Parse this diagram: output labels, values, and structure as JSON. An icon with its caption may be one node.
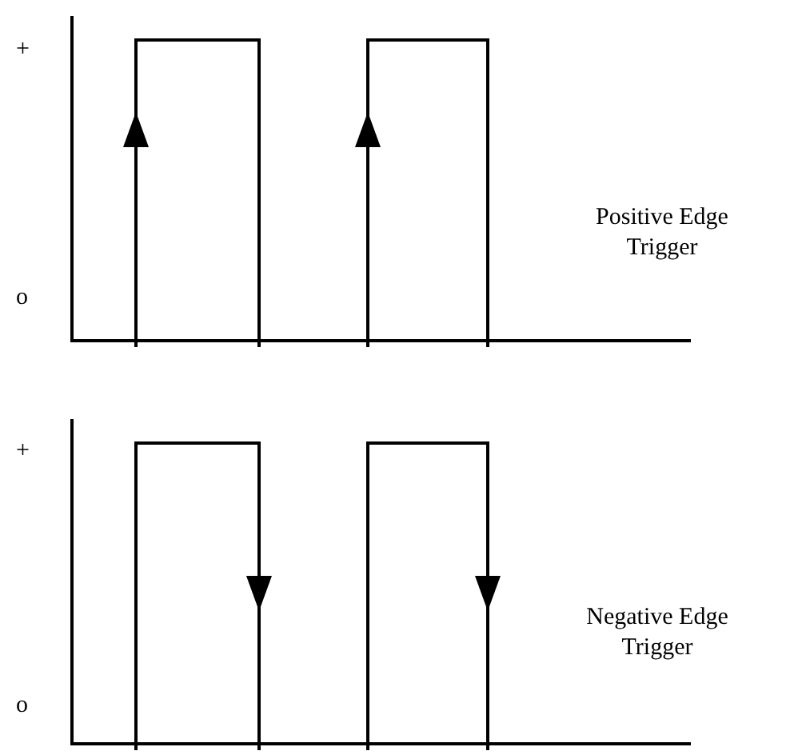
{
  "diagram": {
    "labels": [
      "+",
      "Positive Edge Trigger",
      "o",
      "+",
      "Negative Edge Trigger",
      "o"
    ]
  }
}
